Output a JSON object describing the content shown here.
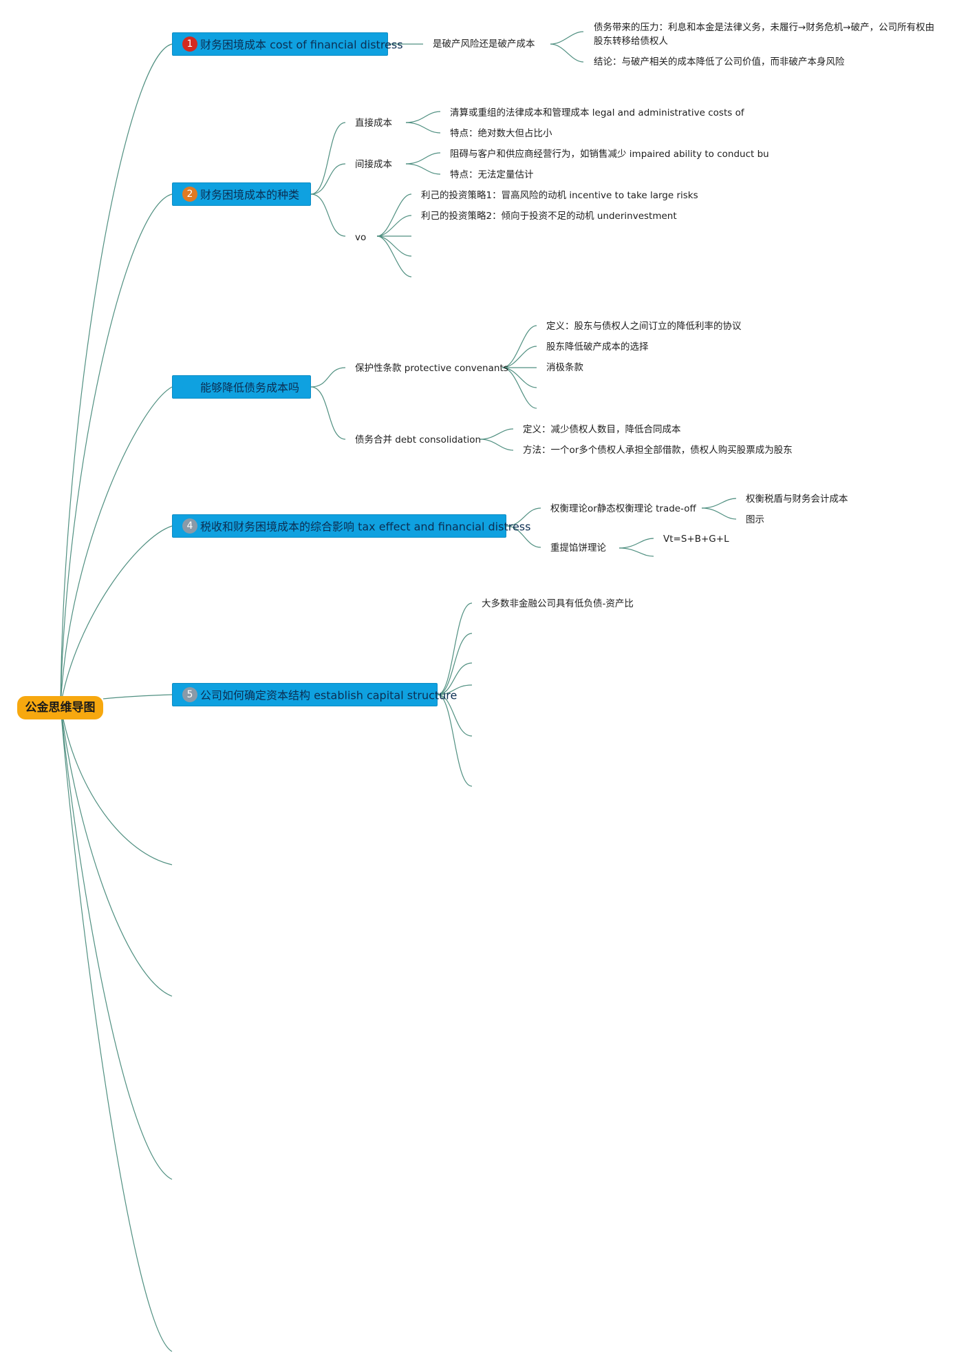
{
  "root": {
    "label": "公金思维导图"
  },
  "branches": [
    {
      "number": "1",
      "badge_color": "#d42a1f",
      "label": "财务困境成本 cost of financial distress"
    },
    {
      "number": "2",
      "badge_color": "#e07a24",
      "label": "财务困境成本的种类"
    },
    {
      "number": "",
      "badge_color": "#0fa1e0",
      "label": "能够降低债务成本吗"
    },
    {
      "number": "4",
      "badge_color": "#8a9aa8",
      "label": "税收和财务困境成本的综合影响 tax effect and financial distress"
    },
    {
      "number": "5",
      "badge_color": "#8a9aa8",
      "label": "公司如何确定资本结构 establish capital structure"
    }
  ],
  "b1": {
    "sub": "是破产风险还是破产成本",
    "leaf1": "债务带来的压力：利息和本金是法律义务，未履行→财务危机→破产，公司所有权由股东转移给债权人",
    "leaf2": "结论：与破产相关的成本降低了公司价值，而非破产本身风险"
  },
  "b2": {
    "direct": "直接成本",
    "direct1": "清算或重组的法律成本和管理成本 legal and administrative costs of",
    "direct2": "特点：绝对数大但占比小",
    "indirect": "间接成本",
    "indirect1": "阻碍与客户和供应商经营行为，如销售减少 impaired ability to conduct bu",
    "indirect2": "特点：无法定量估计",
    "vo": "vo",
    "vo1": "利己的投资策略1：冒高风险的动机 incentive to take large risks",
    "vo2": "利己的投资策略2：倾向于投资不足的动机 underinvestment"
  },
  "b3": {
    "protect": "保护性条款 protective convenants",
    "protect1": "定义：股东与债权人之间订立的降低利率的协议",
    "protect2": "股东降低破产成本的选择",
    "protect3": "消极条款",
    "consol": "债务合并 debt consolidation",
    "consol1": "定义：减少债权人数目，降低合同成本",
    "consol2": "方法：一个or多个债权人承担全部借款，债权人购买股票成为股东"
  },
  "b4": {
    "tradeoff": "权衡理论or静态权衡理论 trade-off",
    "tradeoff1": "权衡税盾与财务会计成本",
    "tradeoff2": "图示",
    "pie": "重提馅饼理论",
    "pie1": "Vt=S+B+G+L"
  },
  "b5": {
    "leaf1": "大多数非金融公司具有低负债-资产比"
  }
}
